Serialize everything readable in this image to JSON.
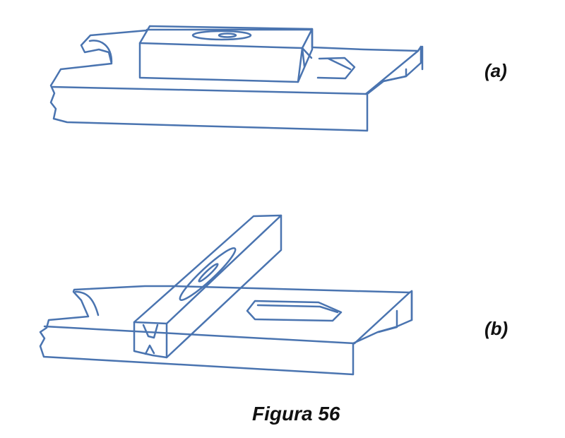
{
  "figure": {
    "labels": {
      "a": "(a)",
      "b": "(b)"
    },
    "caption": "Figura 56"
  },
  "colors": {
    "line": "#4a74b0",
    "background": "#ffffff",
    "text": "#111111"
  }
}
